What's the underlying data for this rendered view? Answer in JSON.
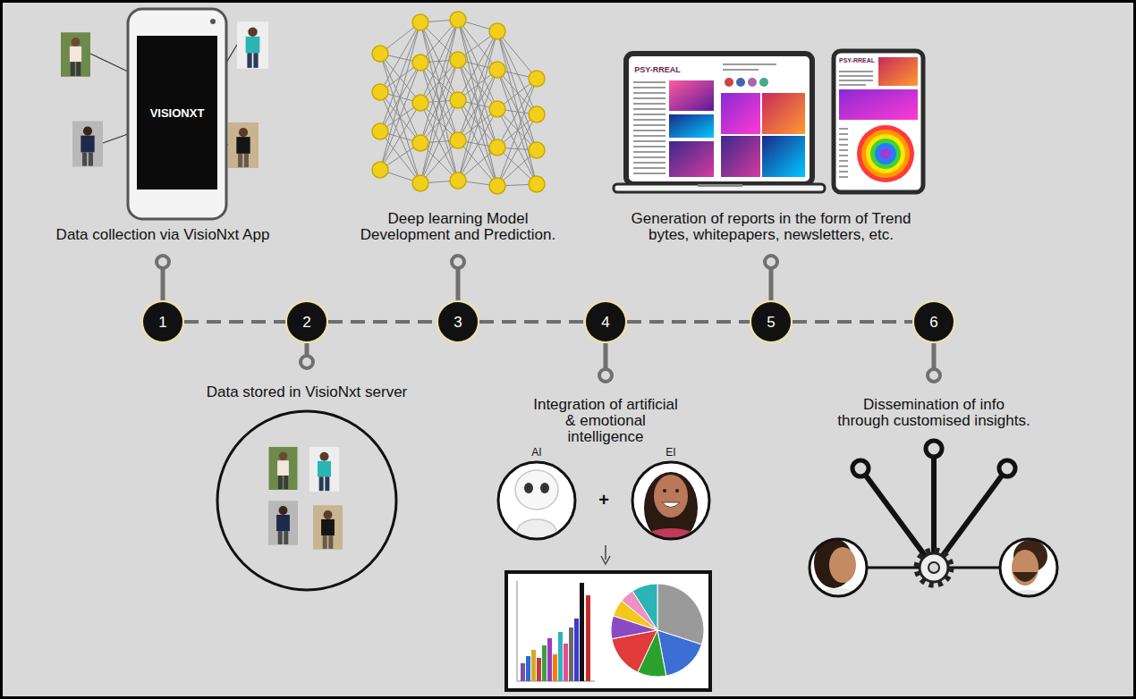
{
  "diagram": {
    "nodes": [
      {
        "text": [
          "1",
          "Data collection via VisioNxt App"
        ]
      },
      {
        "text": [
          "2",
          "Data stored in VisioNxt server"
        ]
      },
      {
        "text": [
          "3",
          "Deep learning Model Development and Prediction."
        ]
      },
      {
        "text": [
          "4",
          "Integration of artificial & emotional intelligence"
        ]
      },
      {
        "text": [
          "5",
          "Generation of reports in the form of Trend bytes, whitepapers, newsletters, etc."
        ]
      },
      {
        "text": [
          "6",
          "Dissemination of info through customised insights."
        ]
      }
    ],
    "edges": [
      {
        "from": 0,
        "to": 1,
        "arrow": "none"
      },
      {
        "from": 1,
        "to": 2,
        "arrow": "none"
      },
      {
        "from": 2,
        "to": 3,
        "arrow": "none"
      },
      {
        "from": 3,
        "to": 4,
        "arrow": "none"
      },
      {
        "from": 4,
        "to": 5,
        "arrow": "none"
      }
    ],
    "labels": [
      "VISIONXT",
      "PSY-RREAL",
      "PSY-RREAL",
      "AI",
      "+",
      "EI"
    ]
  }
}
